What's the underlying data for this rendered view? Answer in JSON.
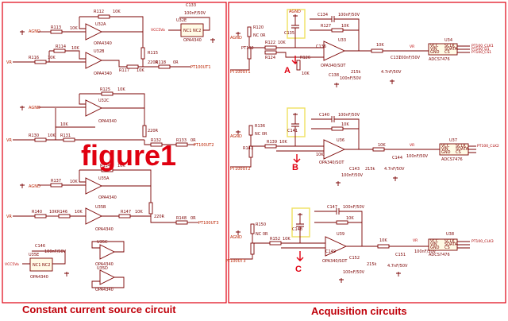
{
  "figure_label": "figure1",
  "sections": {
    "left": {
      "title": "Constant current source circuit"
    },
    "right": {
      "title": "Acquisition circuits"
    }
  },
  "markers": [
    "A",
    "B",
    "C"
  ],
  "nets": {
    "agnd": "AGND",
    "vcc_a": "VCC5Va",
    "vr": "VR",
    "pt100_out1": "PT100UT1",
    "pt100_out2": "PT100UT2",
    "pt100_out3": "PT100UT3",
    "pt100_clk1": "PT100_CLK1",
    "pt100_clk2": "PT100_CLK2",
    "pt100_clk3": "PT100_CLK3",
    "pt100_d1": "PT100_D1",
    "pt100_cs1": "PT100_CS1"
  },
  "left_parts": {
    "r112": "R112",
    "r113": "R113",
    "r114": "R114",
    "r115": "R115",
    "r116": "R116",
    "r117": "R117",
    "r118": "R118",
    "r125": "R125",
    "r130": "R130",
    "r131": "R131",
    "r132": "R132",
    "r133": "R133",
    "r134": "R134",
    "r137": "R137",
    "r140": "R140",
    "r146": "R146",
    "r147": "R147",
    "r148": "R148",
    "u32a": "U32A",
    "u32b": "U32B",
    "u32c": "U32C",
    "u32e": "U32E",
    "u35a": "U35A",
    "u35b": "U35B",
    "u35c": "U35C",
    "u35d": "U35D",
    "u35e": "U35E",
    "c133": "C133",
    "c146": "C146",
    "opa": "OPA4340",
    "nc1": "NC1 NC2",
    "v10k": "10K",
    "v220r": "220R",
    "v0r": "0R",
    "v100nf": "100nF/50V"
  },
  "right_parts": {
    "r120": "R120",
    "r122": "R122",
    "r124": "R124",
    "r126": "R126",
    "r127": "R127",
    "r136": "R136",
    "r139": "R139",
    "r141": "R141",
    "r150": "R150",
    "r152": "R152",
    "c134": "C134",
    "c135": "C135",
    "c136": "C136",
    "c137": "C137",
    "c138": "C138",
    "c140": "C140",
    "c141": "C141",
    "c143": "C143",
    "c144": "C144",
    "c147": "C147",
    "c148": "C148",
    "c149": "C149",
    "c151": "C151",
    "c152": "C152",
    "u33": "U33",
    "u36": "U36",
    "u39": "U39",
    "u34": "U34",
    "u37": "U37",
    "u38": "U38",
    "opa_sot": "OPA340/SOT",
    "adc": "ADCS7476",
    "nc0r": "NC 0R",
    "pt100": "PT100",
    "v10k": "10K",
    "v215k": "215k",
    "v100nf": "100nF/50V",
    "v47uf": "4.7nF/50V",
    "vcc": "VCC",
    "vin": "VIN",
    "gnd": "GND",
    "sclk": "SCLK",
    "sdata": "SDATA",
    "cs": "CS"
  }
}
